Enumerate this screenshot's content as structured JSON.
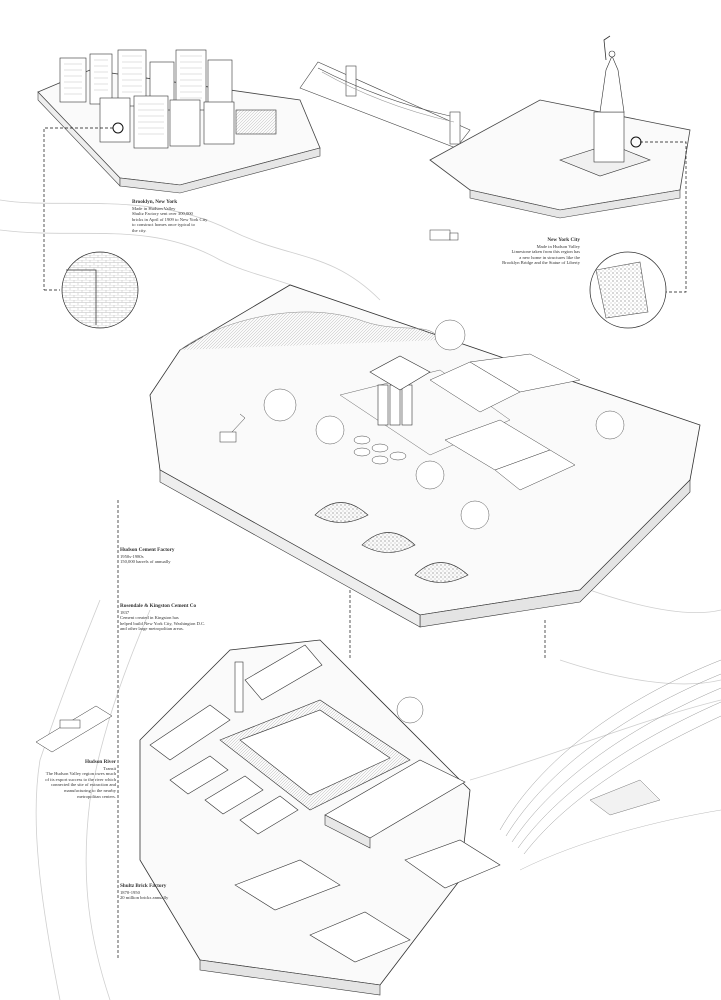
{
  "labels": {
    "brooklyn": {
      "title": "Brooklyn, New York",
      "lines": [
        "Made in Hudson Valley",
        "Shultz Factory sent over 300,000",
        "bricks in April of 1909 to New York City",
        "to construct homes once typical to",
        "the city."
      ]
    },
    "nyc": {
      "title": "New York City",
      "lines": [
        "Made in Hudson Valley",
        "Limestone taken from this region has",
        "a new home in structures like the",
        "Brooklyn Bridge and the Statue of Liberty"
      ]
    },
    "hudson_cement": {
      "title": "Hudson Cement Factory",
      "lines": [
        "1950s-1980s",
        "150,000 barrels of annually"
      ]
    },
    "rosendale": {
      "title": "Rosendale & Kingston Cement Co",
      "lines": [
        "1837",
        "Cement created in Kingston has",
        "helped build New York City, Washington D.C.",
        "and other large metropolitan areas."
      ]
    },
    "hudson_river": {
      "title": "Hudson River",
      "lines": [
        "Transit",
        "The Hudson Valley region owes much",
        "of its export success to the river which",
        "connected the site of extraction and",
        "manufacturing to the nearby",
        "metropolitan centers."
      ]
    },
    "shultz": {
      "title": "Shultz Brick Factory",
      "lines": [
        "1870-1950",
        "20 million bricks annually"
      ]
    }
  }
}
